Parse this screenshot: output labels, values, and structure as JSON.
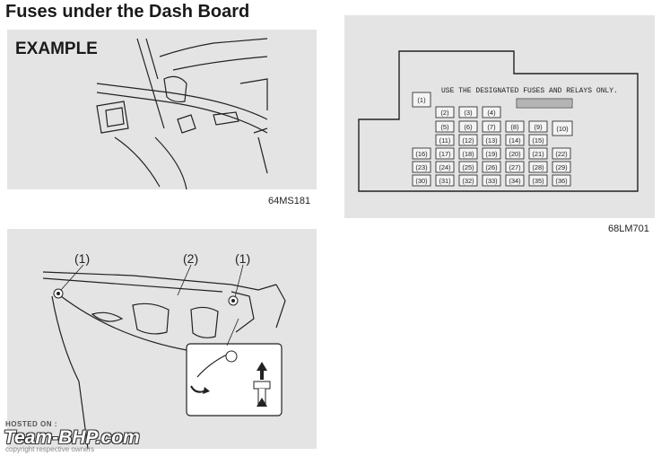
{
  "page": {
    "title": "Fuses under the Dash Board"
  },
  "panel_example": {
    "label": "EXAMPLE",
    "caption": "64MS181"
  },
  "panel_fusebox": {
    "note": "USE THE DESIGNATED FUSES AND RELAYS ONLY.",
    "caption": "68LM701",
    "fuses": [
      "(1)",
      "(2)",
      "(3)",
      "(4)",
      "(5)",
      "(6)",
      "(7)",
      "(8)",
      "(9)",
      "(10)",
      "(11)",
      "(12)",
      "(13)",
      "(14)",
      "(15)",
      "(16)",
      "(17)",
      "(18)",
      "(19)",
      "(20)",
      "(21)",
      "(22)",
      "(23)",
      "(24)",
      "(25)",
      "(26)",
      "(27)",
      "(28)",
      "(29)",
      "(30)",
      "(31)",
      "(32)",
      "(33)",
      "(34)",
      "(35)",
      "(36)"
    ]
  },
  "panel_cover": {
    "label_clip_left": "(1)",
    "label_cover": "(2)",
    "label_clip_right": "(1)"
  },
  "watermark": {
    "hosted": "HOSTED ON :",
    "brand": "Team-BHP.com",
    "copyright": "copyright respective owners"
  }
}
